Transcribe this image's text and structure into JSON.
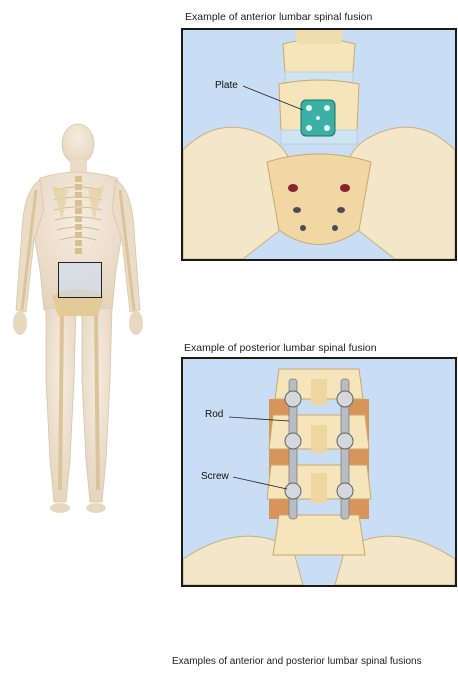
{
  "anterior": {
    "caption": "Example of anterior lumbar spinal fusion",
    "callout_plate": "Plate"
  },
  "posterior": {
    "caption": "Example of posterior lumbar spinal fusion",
    "callout_rod": "Rod",
    "callout_screw": "Screw"
  },
  "figure_caption": "Examples of anterior and posterior lumbar spinal fusions",
  "colors": {
    "panel_bg": "#c9ddf5",
    "bone": "#f2e2bf",
    "bone_shade": "#e0c48e",
    "skin": "#efe3d0",
    "plate": "#3bb0a6",
    "metal": "#b9bcc1"
  }
}
